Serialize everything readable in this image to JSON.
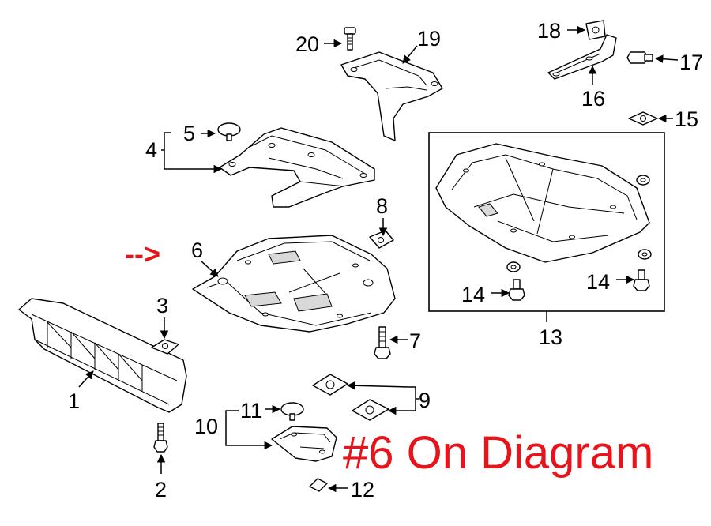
{
  "callouts": {
    "c1": "1",
    "c2": "2",
    "c3": "3",
    "c4": "4",
    "c5": "5",
    "c6": "6",
    "c7": "7",
    "c8": "8",
    "c9": "9",
    "c10": "10",
    "c11": "11",
    "c12": "12",
    "c13": "13",
    "c14a": "14",
    "c14b": "14",
    "c15": "15",
    "c16": "16",
    "c17": "17",
    "c18": "18",
    "c19": "19",
    "c20": "20"
  },
  "annotation": {
    "arrow": "-->",
    "note": "#6 On Diagram",
    "color": "#e8141b"
  }
}
